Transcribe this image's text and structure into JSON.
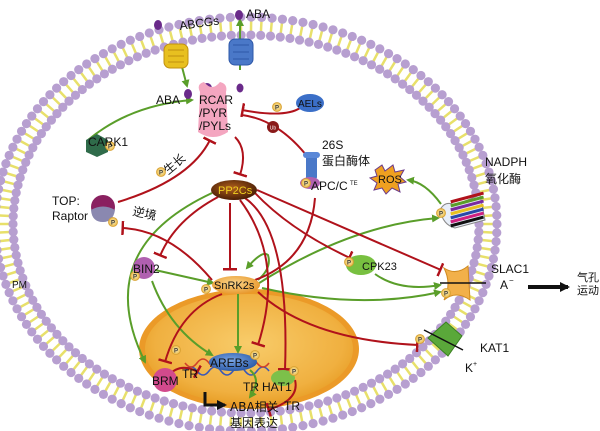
{
  "title": "ABA signaling pathway in guard cell",
  "colors": {
    "activation": "#5a9e2a",
    "inhibition": "#b0121b",
    "membrane_head": "#b79fd0",
    "membrane_tail": "#e8e06a",
    "nucleus": "#f0a830",
    "nucleus_inner": "#f6c25a",
    "pp2c": "#7a3a10",
    "snrk2": "#f2b04a",
    "areb": "#3b6fb8",
    "brm": "#d24a8c",
    "hat1": "#7cc04a",
    "cpk23": "#78c040",
    "bin2": "#b060b0",
    "cark1": "#2f6b4a",
    "abcg": "#e8c020",
    "abcg_blue": "#4a78c8",
    "aba_ligand": "#6a2a8a",
    "phospho": "#f3d27a",
    "rcar": "#f4a6c0",
    "ros": "#f0a020"
  },
  "labels": {
    "aba_top": "ABA",
    "abcgs": "ABCGs",
    "aba_inside": "ABA",
    "rcar": [
      "RCAR",
      "/PYR",
      "/PYLs"
    ],
    "aels": "AELs",
    "cark1": "CARK1",
    "growth": "生长",
    "stress": "逆境",
    "top_raptor": [
      "TOP:",
      "Raptor"
    ],
    "proteasome": [
      "26S",
      "蛋白酶体"
    ],
    "apc": "APC/C",
    "apc_sup": "TE",
    "pp2cs": "PP2Cs",
    "ros": "ROS",
    "nadph": [
      "NADPH",
      "氧化酶"
    ],
    "bin2": "BIN2",
    "snrk2s": "SnRK2s",
    "cpk23": "CPK23",
    "slac1": "SLAC1",
    "anion": "A",
    "anion_sup": "−",
    "stomata": [
      "气孔",
      "运动"
    ],
    "pm": "PM",
    "kat1": "KAT1",
    "kion": "K",
    "kion_sup": "+",
    "brm": "BRM",
    "arebs": "AREBs",
    "hat1": "HAT1",
    "tr1": "TR",
    "tr2": "TR",
    "tr3": "TR",
    "gene_expr": [
      "ABA相关",
      "基因表达"
    ],
    "phospho": "P",
    "ub": "Ub"
  }
}
